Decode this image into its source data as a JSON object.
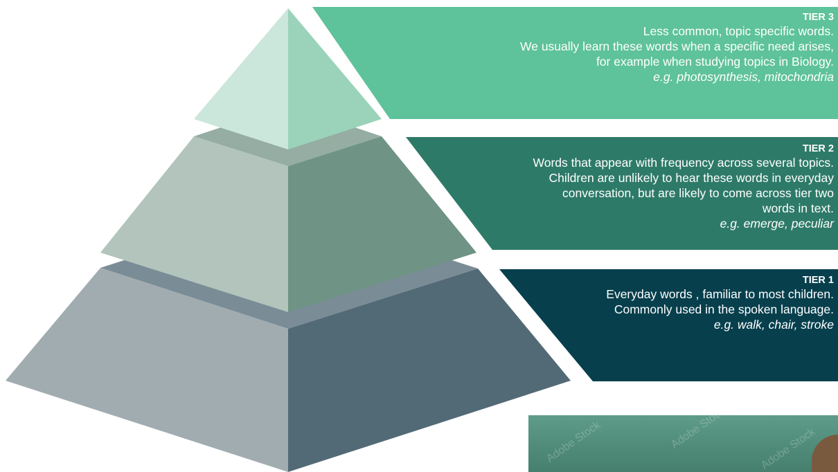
{
  "tiers": [
    {
      "label": "TIER 3",
      "lines": [
        "Less common, topic specific words.",
        "We usually learn these words when a specific need arises,",
        "for example when studying topics in Biology."
      ],
      "example": "e.g. photosynthesis, mitochondria",
      "color": "#5ec29a"
    },
    {
      "label": "TIER 2",
      "lines": [
        "Words that appear with frequency across several topics.",
        "Children are unlikely to hear these words in everyday",
        "conversation, but are likely to come across  tier two",
        "words in text."
      ],
      "example": "e.g. emerge, peculiar",
      "color": "#2e7a68"
    },
    {
      "label": "TIER 1",
      "lines": [
        "Everyday words , familiar to most children.",
        "Commonly used in the spoken  language."
      ],
      "example": "e.g. walk, chair, stroke",
      "color": "#073f4d"
    }
  ],
  "photo": {
    "watermark": "Adobe Stock"
  }
}
